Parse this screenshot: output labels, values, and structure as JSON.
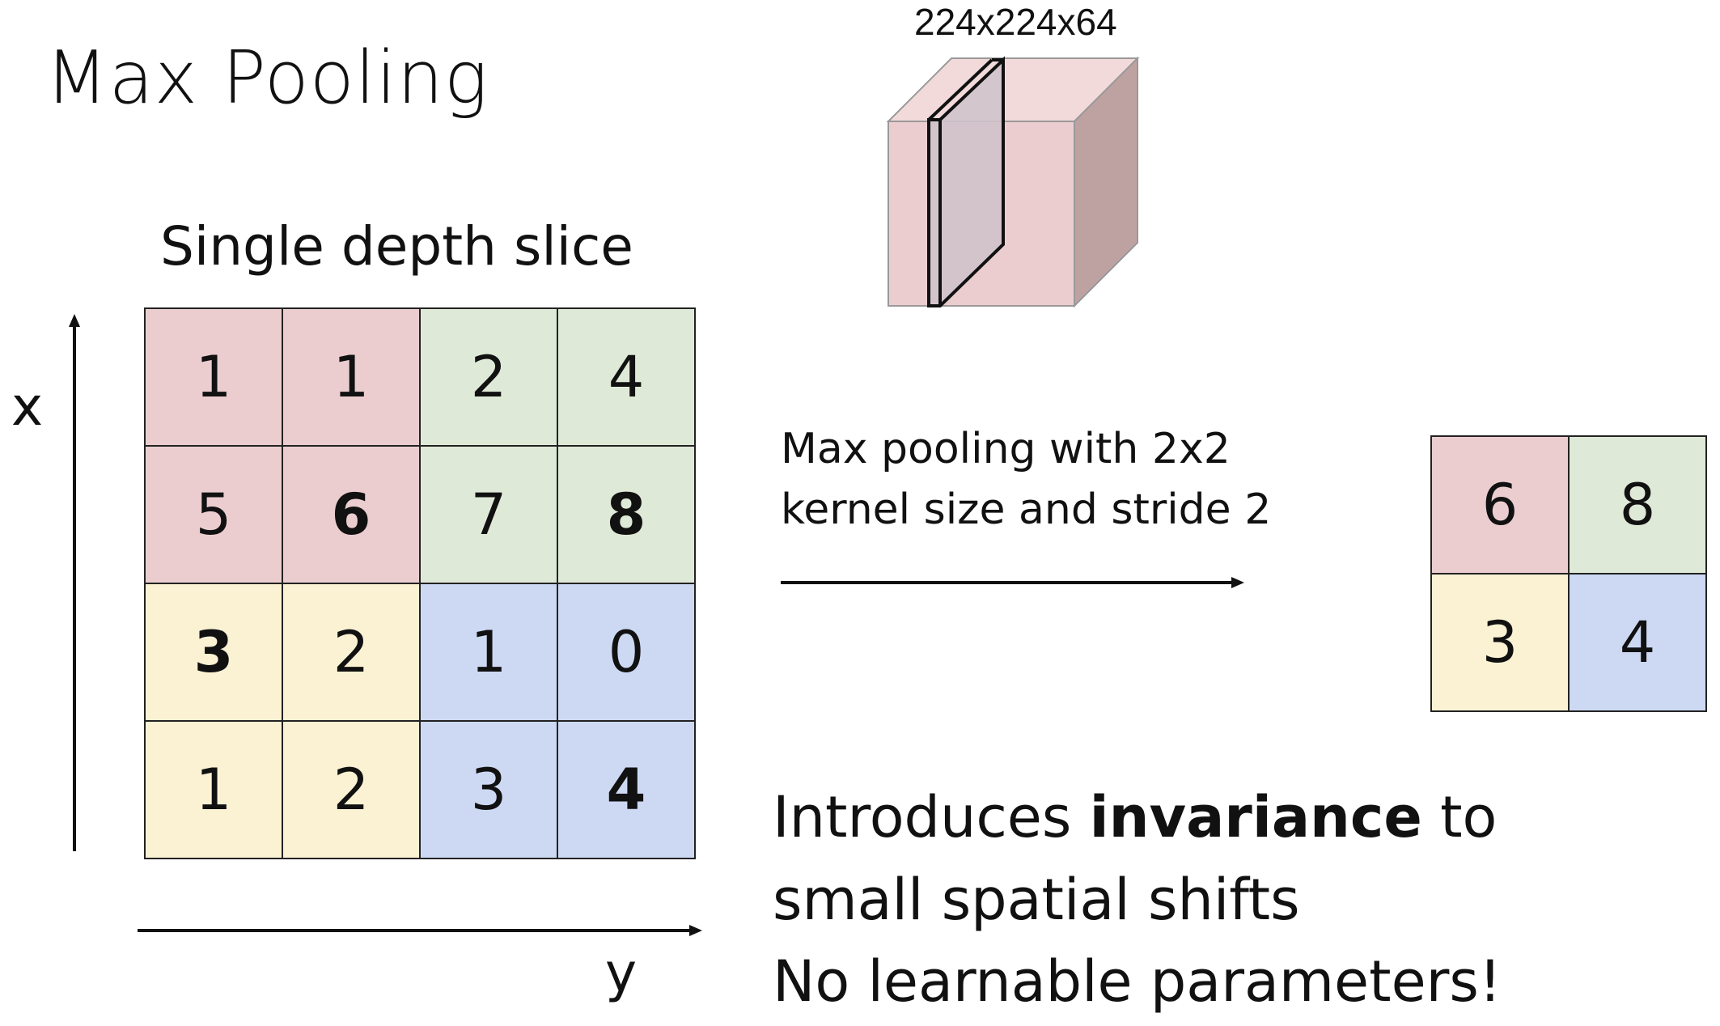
{
  "title": "Max Pooling",
  "volume_label": "224x224x64",
  "slice_label": "Single depth slice",
  "axis_x_label": "x",
  "axis_y_label": "y",
  "operation_caption": [
    "Max pooling with 2x2",
    "kernel size and stride 2"
  ],
  "notes": {
    "line1_pre": "Introduces ",
    "line1_bold": "invariance",
    "line1_post": " to",
    "line2": "small spatial shifts",
    "line3": "No learnable parameters!"
  },
  "colors": {
    "red": "#ebcdd0",
    "green": "#dfe9d7",
    "yellow": "#faf2d3",
    "blue": "#cdd9f3",
    "volume_front": "#ebcdd0",
    "volume_top": "#f2dadb",
    "volume_side": "#bea2a2",
    "slice_fill": "#d0c3cb"
  },
  "input_grid": [
    [
      {
        "v": "1",
        "c": "red"
      },
      {
        "v": "1",
        "c": "red"
      },
      {
        "v": "2",
        "c": "green"
      },
      {
        "v": "4",
        "c": "green"
      }
    ],
    [
      {
        "v": "5",
        "c": "red"
      },
      {
        "v": "6",
        "c": "red",
        "bold": true
      },
      {
        "v": "7",
        "c": "green"
      },
      {
        "v": "8",
        "c": "green",
        "bold": true
      }
    ],
    [
      {
        "v": "3",
        "c": "yellow",
        "bold": true
      },
      {
        "v": "2",
        "c": "yellow"
      },
      {
        "v": "1",
        "c": "blue"
      },
      {
        "v": "0",
        "c": "blue"
      }
    ],
    [
      {
        "v": "1",
        "c": "yellow"
      },
      {
        "v": "2",
        "c": "yellow"
      },
      {
        "v": "3",
        "c": "blue"
      },
      {
        "v": "4",
        "c": "blue",
        "bold": true
      }
    ]
  ],
  "output_grid": [
    [
      {
        "v": "6",
        "c": "red"
      },
      {
        "v": "8",
        "c": "green"
      }
    ],
    [
      {
        "v": "3",
        "c": "yellow"
      },
      {
        "v": "4",
        "c": "blue"
      }
    ]
  ]
}
